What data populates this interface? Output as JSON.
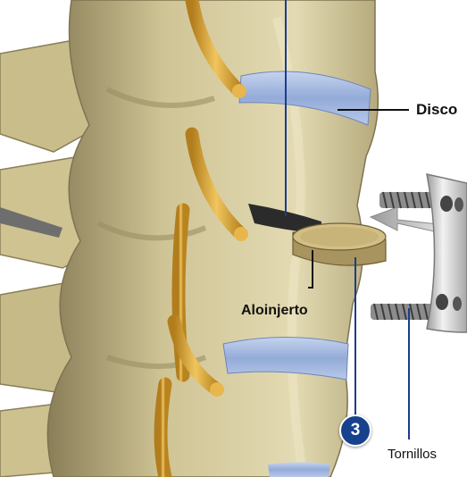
{
  "labels": {
    "disco": "Disco",
    "aloinjerto": "Aloinjerto",
    "tornillos": "Tornillos"
  },
  "step_number": "3",
  "icons": [
    "arrow-insertion-icon",
    "plate-and-screws-icon"
  ],
  "colors": {
    "bone": "#d6cca0",
    "bone_shadow": "#8a7e58",
    "disc": "#9fb5dd",
    "nerve": "#d9a83a",
    "graft": "#cdb980",
    "plate": "#d5d5d5",
    "leader_line": "#1a3d8a",
    "badge": "#17418c",
    "background": "#ffffff"
  }
}
